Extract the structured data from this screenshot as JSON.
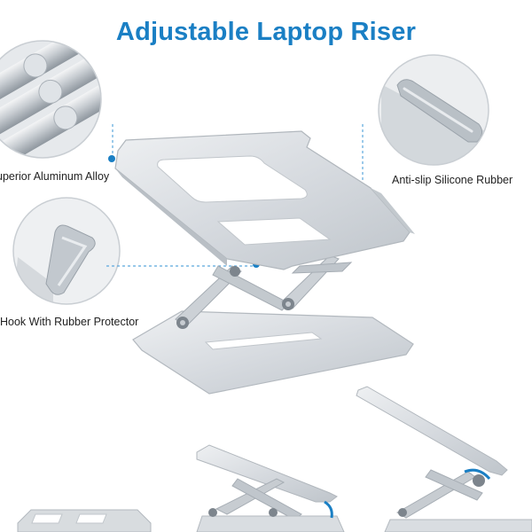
{
  "title": "Adjustable Laptop Riser",
  "colors": {
    "accent": "#1a7fc4",
    "connector": "#5aa6dd",
    "metal": "#d9dde1",
    "metal_dark": "#a9b0b7"
  },
  "features": {
    "alloy": "uperior Aluminum Alloy",
    "rubber": "Anti-slip Silicone Rubber",
    "hook": "Hook With Rubber Protector"
  }
}
